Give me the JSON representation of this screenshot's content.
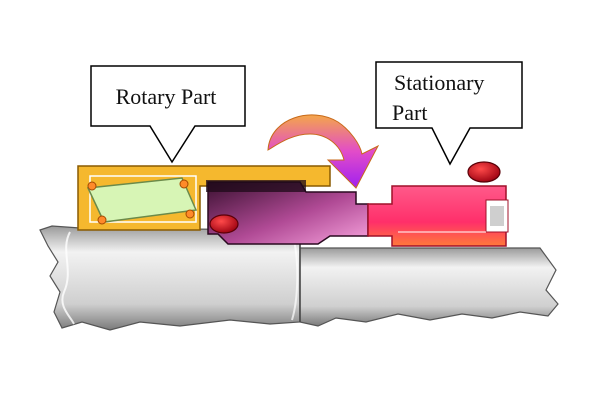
{
  "labels": {
    "rotary": "Rotary Part",
    "stationary_line1": "Stationary",
    "stationary_line2": "Part"
  },
  "colors": {
    "shaft_light": "#e6e6e6",
    "shaft_dark": "#8c8c8c",
    "rotary_housing": "#f5b82e",
    "rotary_insert": "#d7f5b5",
    "ring_dark": "#4a1a3a",
    "ring_light": "#f07acb",
    "stationary_seat": "#ff2f6a",
    "stationary_highlight": "#ff7aa0",
    "oring": "#c4000f",
    "arrow_top": "#f4a64a",
    "arrow_bottom": "#a020f0"
  },
  "icons": {
    "motion_arrow": "curved-arrow-icon",
    "oring": "o-ring-icon"
  }
}
